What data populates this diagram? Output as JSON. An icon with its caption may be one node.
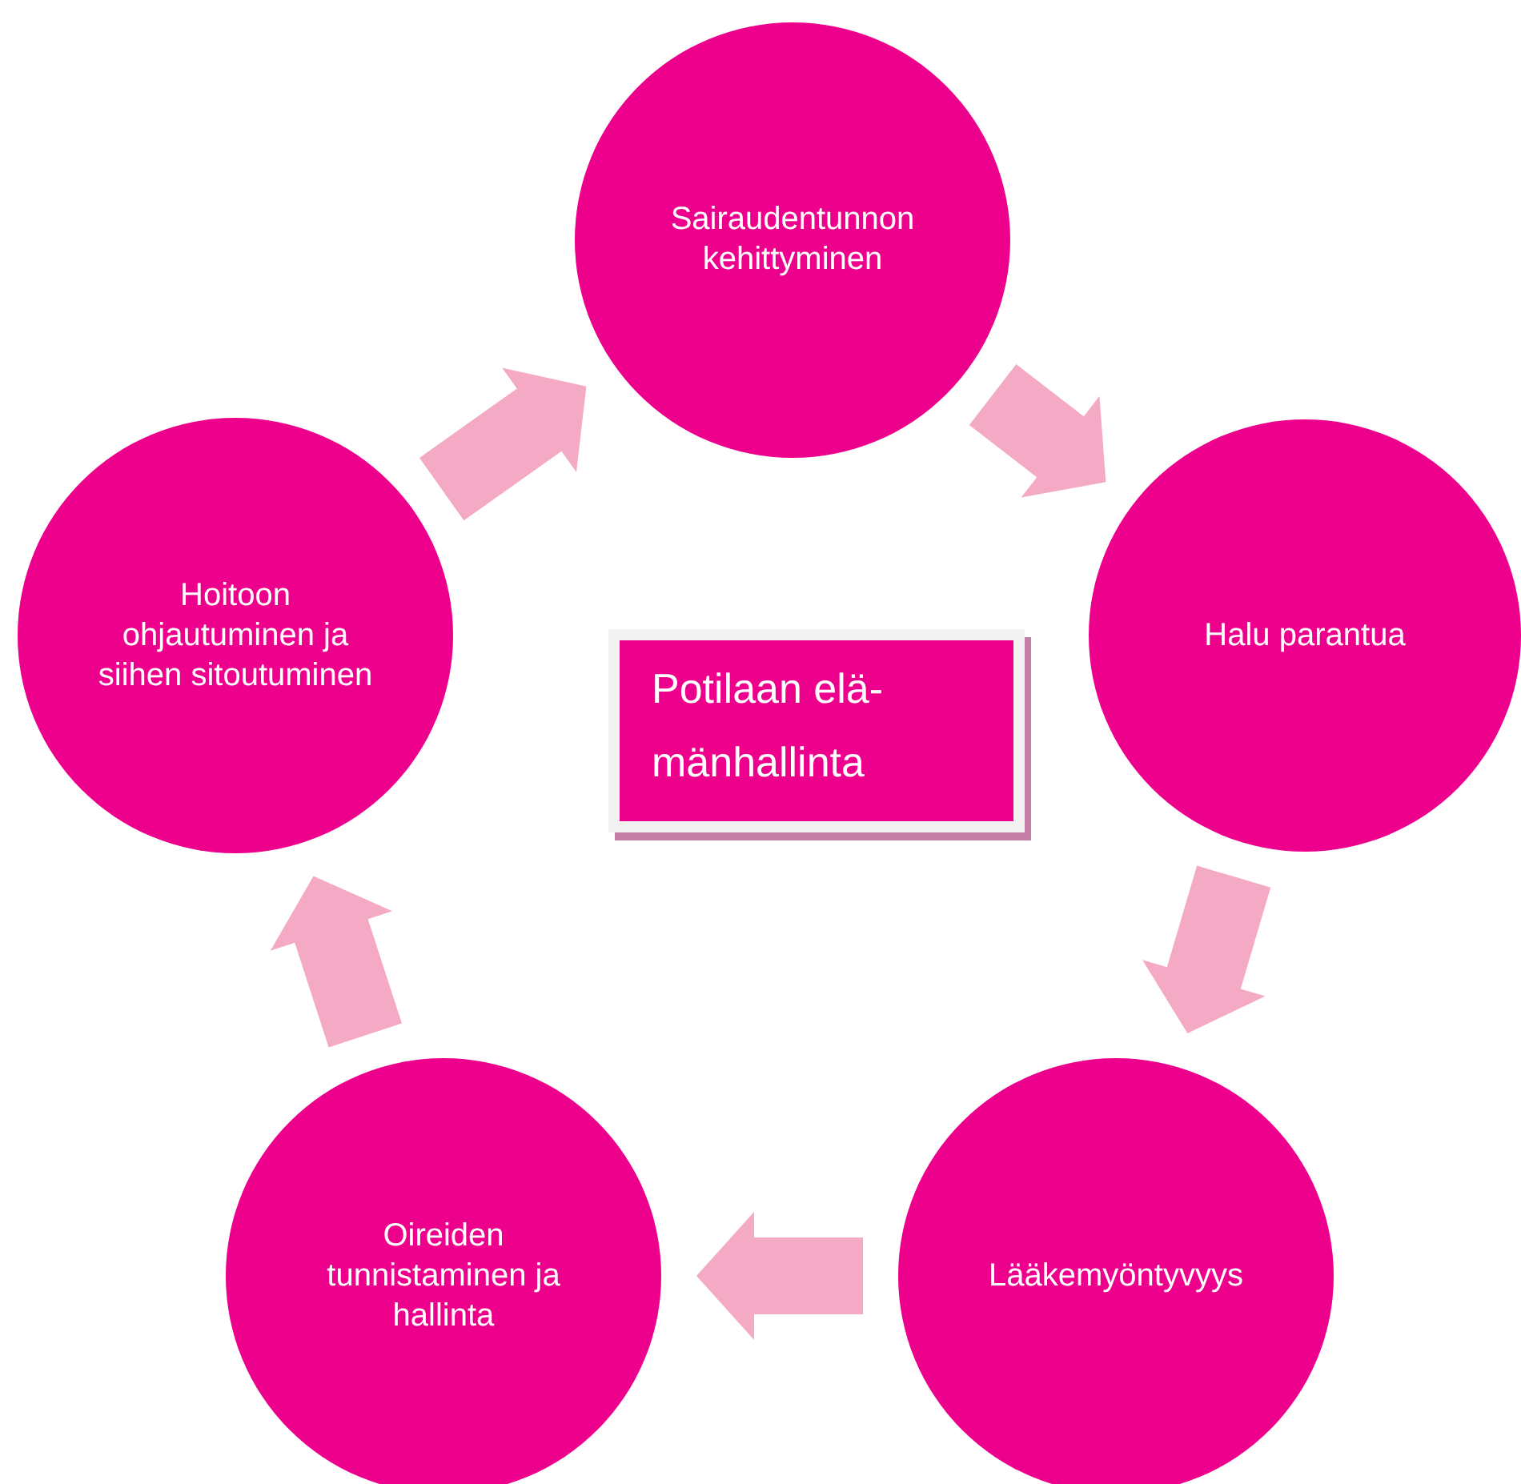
{
  "diagram": {
    "nodes": [
      {
        "text": [
          "Sairaudentunnon kehittyminen"
        ]
      },
      {
        "text": [
          "Hoitoon ohjautuminen ja siihen sitoutuminen"
        ]
      },
      {
        "text": [
          "Potilaan elä-mänhallinta"
        ]
      },
      {
        "text": [
          "Halu parantua"
        ]
      },
      {
        "text": [
          "Oireiden tunnistaminen ja hallinta"
        ]
      },
      {
        "text": [
          "Lääkemyöntyvyys"
        ]
      }
    ],
    "edges": [
      {
        "from": 0,
        "to": 3,
        "arrow": "to"
      },
      {
        "from": 3,
        "to": 5,
        "arrow": "to"
      },
      {
        "from": 5,
        "to": 4,
        "arrow": "to"
      },
      {
        "from": 4,
        "to": 1,
        "arrow": "to"
      },
      {
        "from": 1,
        "to": 0,
        "arrow": "to"
      }
    ]
  }
}
